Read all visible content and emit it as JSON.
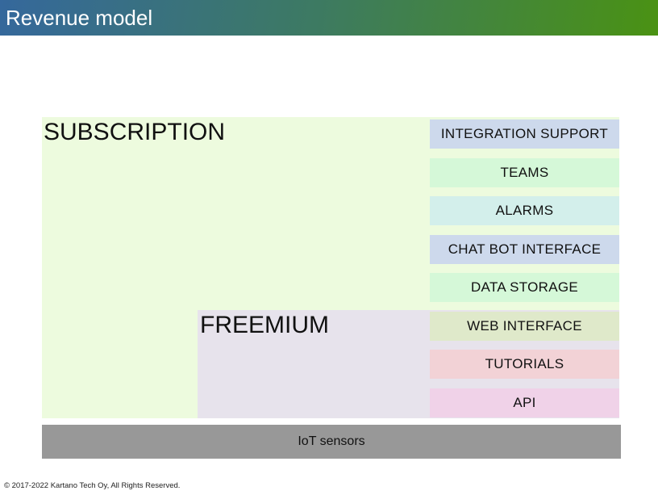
{
  "header": {
    "title": "Revenue model",
    "gradient_from": "#35689c",
    "gradient_to": "#4a9213"
  },
  "diagram": {
    "subscription": {
      "label": "SUBSCRIPTION",
      "bg": "#edfbde"
    },
    "freemium": {
      "label": "FREEMIUM",
      "bg": "#e7e3ec"
    },
    "features": [
      {
        "label": "INTEGRATION SUPPORT",
        "bg": "#cdd9ec"
      },
      {
        "label": "TEAMS",
        "bg": "#d5f8d8"
      },
      {
        "label": "ALARMS",
        "bg": "#d3efeb"
      },
      {
        "label": "CHAT BOT INTERFACE",
        "bg": "#cdd9ec"
      },
      {
        "label": "DATA STORAGE",
        "bg": "#d5f8d8"
      },
      {
        "label": "WEB INTERFACE",
        "bg": "#dfe9ca"
      },
      {
        "label": "TUTORIALS",
        "bg": "#f2d2d6"
      },
      {
        "label": "API",
        "bg": "#f0d2e8"
      }
    ],
    "iot_bar": {
      "label": "IoT sensors",
      "bg": "#989898"
    }
  },
  "footer": {
    "copyright": "© 2017-2022 Kartano Tech Oy, All Rights Reserved."
  }
}
